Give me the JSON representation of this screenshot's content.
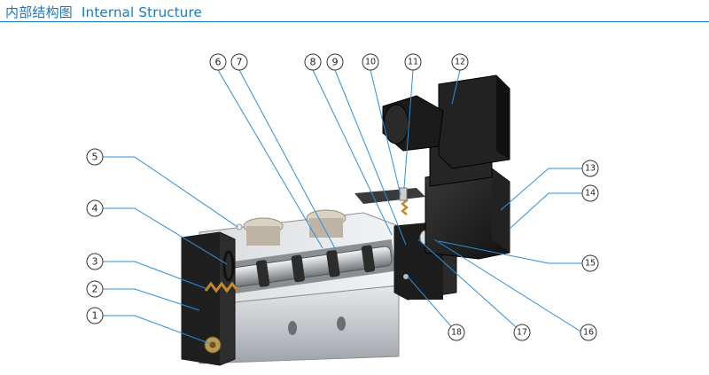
{
  "header": {
    "title_cn": "内部结构图",
    "title_en": "Internal Structure"
  },
  "callouts": [
    "1",
    "2",
    "3",
    "4",
    "5",
    "6",
    "7",
    "8",
    "9",
    "10",
    "11",
    "12",
    "13",
    "14",
    "15",
    "16",
    "17",
    "18"
  ],
  "colors": {
    "accent": "#1a78c2",
    "leader": "#2f8fd8",
    "body_aluminum": "#c9ccd0",
    "body_dark": "#2a2a2a"
  }
}
